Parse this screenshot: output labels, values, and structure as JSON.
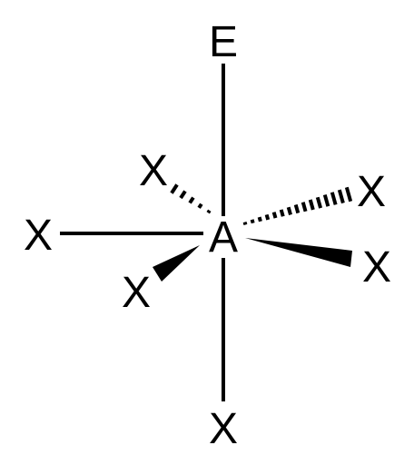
{
  "molecule": {
    "center_atom": "A",
    "top_atom": "E",
    "ligand_upper_left": "X",
    "ligand_upper_right": "X",
    "ligand_left": "X",
    "ligand_right": "X",
    "ligand_lower_left": "X",
    "ligand_bottom": "X"
  },
  "colors": {
    "ink": "#000000",
    "background": "#ffffff"
  }
}
